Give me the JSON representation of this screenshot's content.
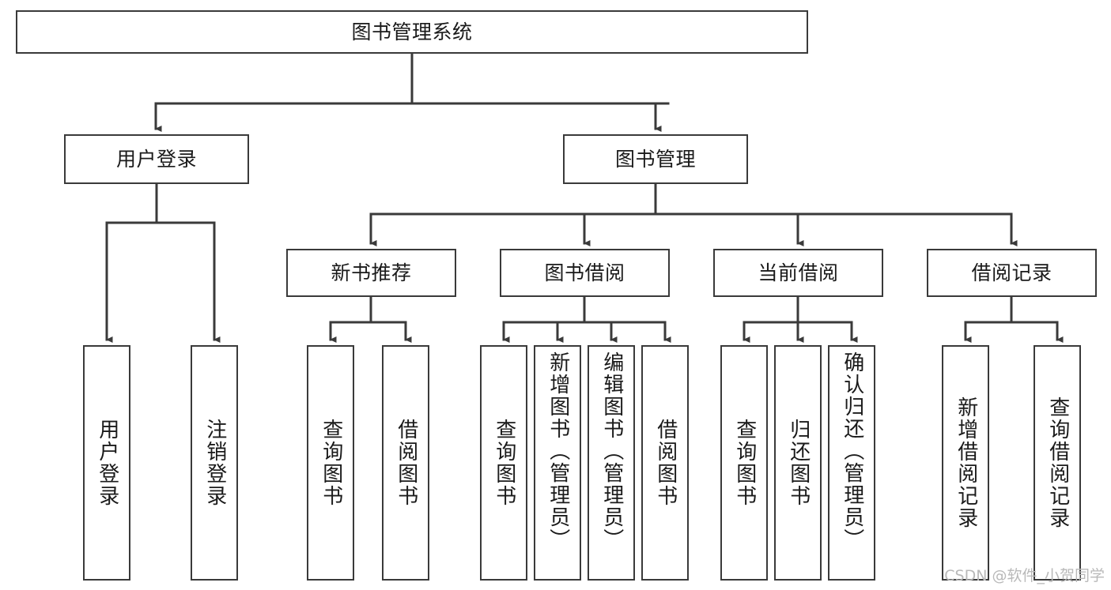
{
  "diagram": {
    "title": "图书管理系统",
    "type": "hierarchy-tree",
    "root": {
      "id": "root",
      "label": "图书管理系统"
    },
    "level2": [
      {
        "id": "user-login",
        "label": "用户登录"
      },
      {
        "id": "book-management",
        "label": "图书管理"
      }
    ],
    "level3": [
      {
        "id": "new-book-recommend",
        "label": "新书推荐",
        "parent": "book-management"
      },
      {
        "id": "book-borrow",
        "label": "图书借阅",
        "parent": "book-management"
      },
      {
        "id": "current-borrow",
        "label": "当前借阅",
        "parent": "book-management"
      },
      {
        "id": "borrow-record",
        "label": "借阅记录",
        "parent": "book-management"
      }
    ],
    "leaves": [
      {
        "id": "leaf-user-login",
        "label": "用户登录",
        "parent": "user-login"
      },
      {
        "id": "leaf-logout-login",
        "label": "注销登录",
        "parent": "user-login"
      },
      {
        "id": "leaf-query-book-1",
        "label": "查询图书",
        "parent": "new-book-recommend"
      },
      {
        "id": "leaf-borrow-book-1",
        "label": "借阅图书",
        "parent": "new-book-recommend"
      },
      {
        "id": "leaf-query-book-2",
        "label": "查询图书",
        "parent": "book-borrow"
      },
      {
        "id": "leaf-add-book",
        "label": "新增图书（管理员）",
        "parent": "book-borrow"
      },
      {
        "id": "leaf-edit-book",
        "label": "编辑图书（管理员）",
        "parent": "book-borrow"
      },
      {
        "id": "leaf-borrow-book-2",
        "label": "借阅图书",
        "parent": "book-borrow"
      },
      {
        "id": "leaf-query-book-3",
        "label": "查询图书",
        "parent": "current-borrow"
      },
      {
        "id": "leaf-return-book",
        "label": "归还图书",
        "parent": "current-borrow"
      },
      {
        "id": "leaf-confirm-return",
        "label": "确认归还（管理员）",
        "parent": "current-borrow"
      },
      {
        "id": "leaf-add-record",
        "label": "新增借阅记录",
        "parent": "borrow-record"
      },
      {
        "id": "leaf-query-record",
        "label": "查询借阅记录",
        "parent": "borrow-record"
      }
    ]
  },
  "watermark": {
    "text": "CSDN @软件_小贺同学"
  },
  "colors": {
    "border": "#3a3a3a",
    "background": "#ffffff",
    "text": "#1a1a1a",
    "watermark": "#b9b9b9"
  }
}
